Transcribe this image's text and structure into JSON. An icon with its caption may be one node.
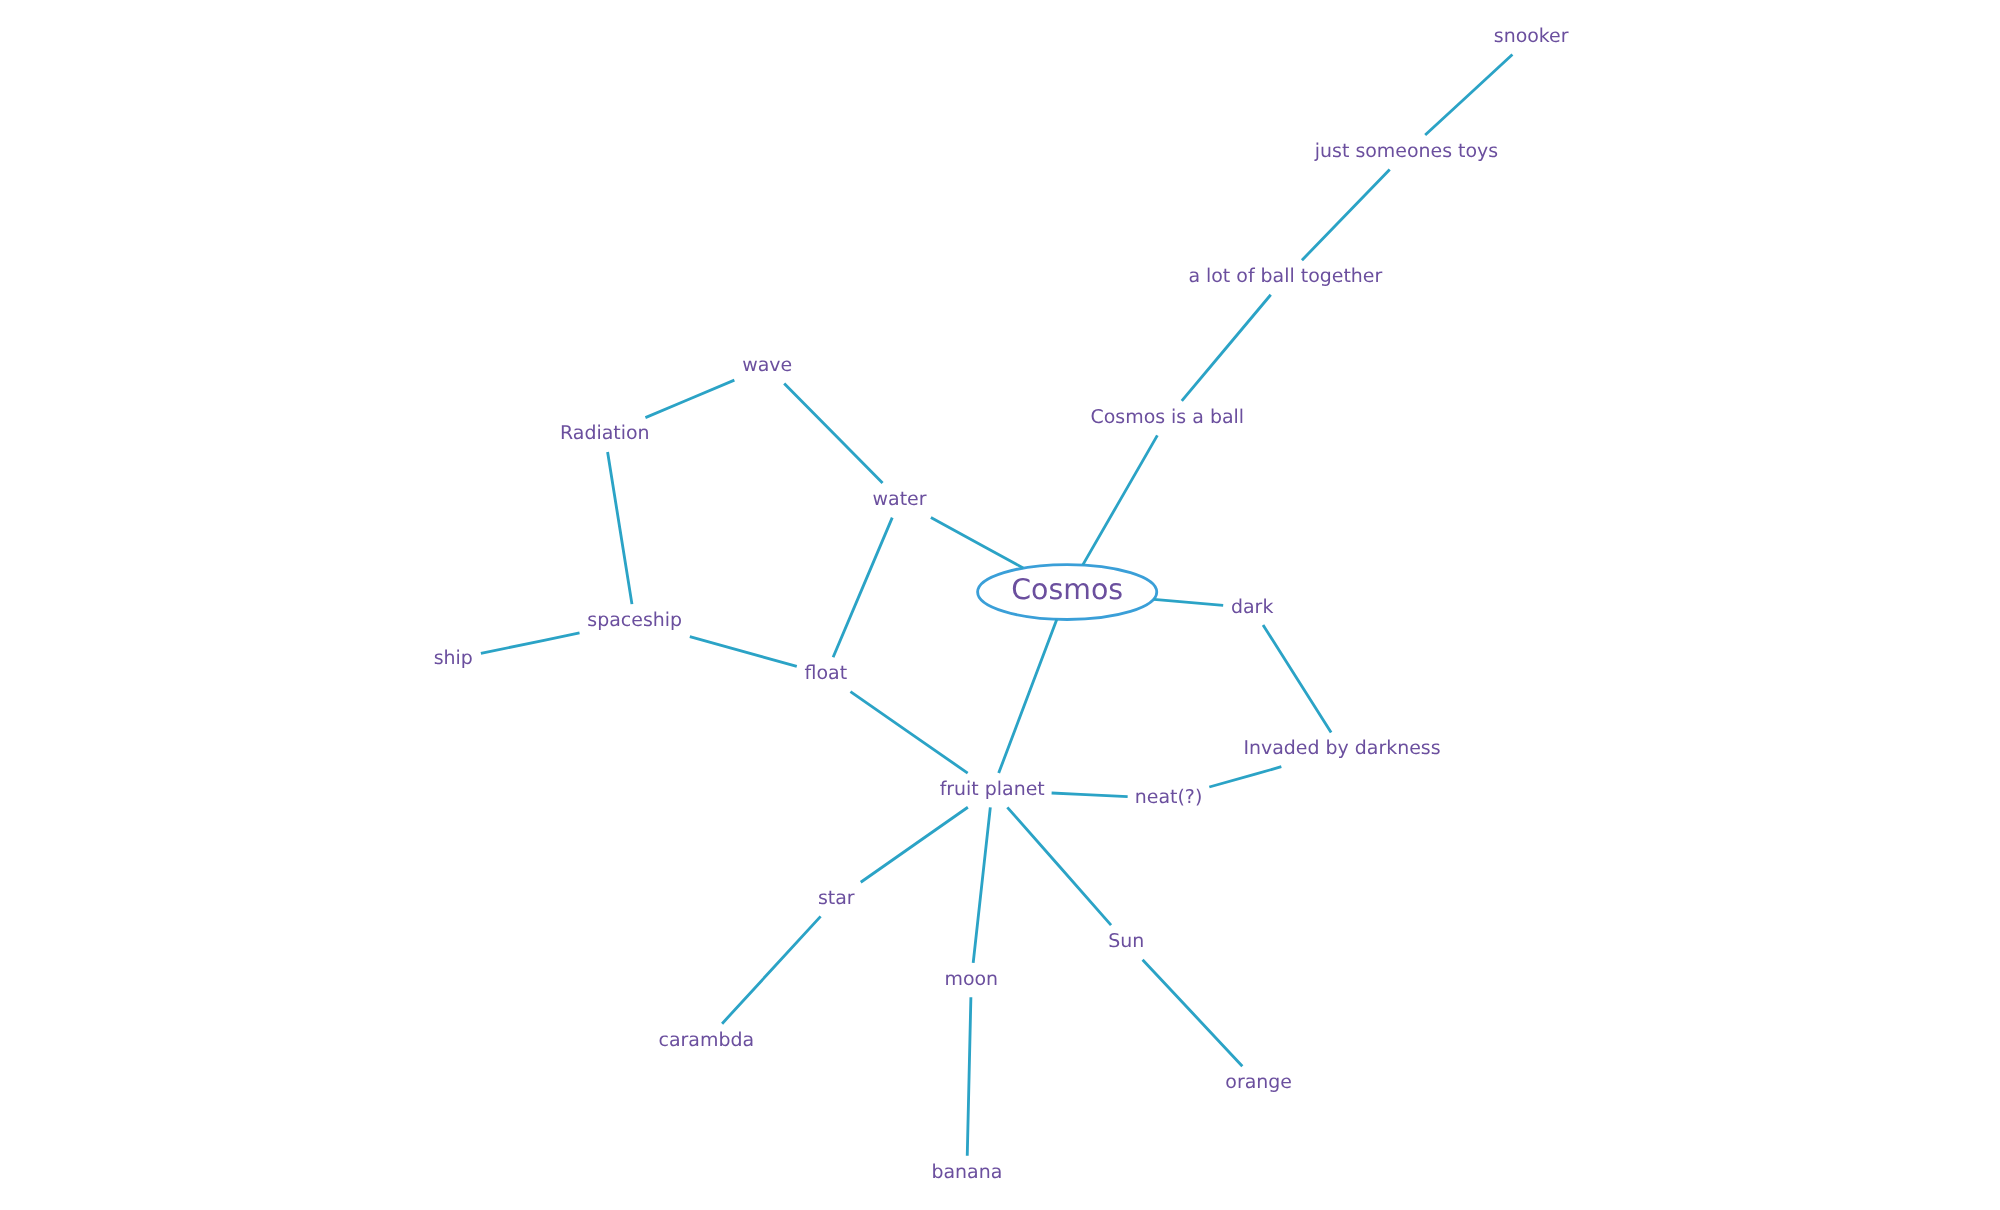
{
  "diagram": {
    "nodes": [
      {
        "text": [
          "neat(?)"
        ]
      },
      {
        "text": [
          "orange"
        ]
      },
      {
        "text": [
          "Invaded by darkness"
        ]
      },
      {
        "text": [
          "Sun"
        ]
      },
      {
        "text": [
          "dark"
        ]
      },
      {
        "text": [
          "fruit planet"
        ]
      },
      {
        "text": [
          "star"
        ]
      },
      {
        "text": [
          "carambda"
        ]
      },
      {
        "text": [
          "moon"
        ]
      },
      {
        "text": [
          "banana"
        ]
      },
      {
        "text": [
          "Cosmos"
        ]
      },
      {
        "text": [
          "water"
        ]
      },
      {
        "text": [
          "float"
        ]
      },
      {
        "text": [
          "wave"
        ]
      },
      {
        "text": [
          "Cosmos is a ball"
        ]
      },
      {
        "text": [
          "spaceship"
        ]
      },
      {
        "text": [
          "a lot of ball together"
        ]
      },
      {
        "text": [
          "Radiation"
        ]
      },
      {
        "text": [
          "ship"
        ]
      },
      {
        "text": [
          "just someones toys"
        ]
      },
      {
        "text": [
          "snooker"
        ]
      }
    ],
    "edges": [
      {
        "from": 10,
        "to": 4,
        "arrow": "none"
      },
      {
        "from": 4,
        "to": 2,
        "arrow": "none"
      },
      {
        "from": 2,
        "to": 0,
        "arrow": "none"
      },
      {
        "from": 0,
        "to": 5,
        "arrow": "none"
      },
      {
        "from": 10,
        "to": 5,
        "arrow": "none"
      },
      {
        "from": 5,
        "to": 3,
        "arrow": "none"
      },
      {
        "from": 5,
        "to": 6,
        "arrow": "none"
      },
      {
        "from": 5,
        "to": 8,
        "arrow": "none"
      },
      {
        "from": 3,
        "to": 1,
        "arrow": "none"
      },
      {
        "from": 6,
        "to": 7,
        "arrow": "none"
      },
      {
        "from": 8,
        "to": 9,
        "arrow": "none"
      },
      {
        "from": 5,
        "to": 12,
        "arrow": "none"
      },
      {
        "from": 10,
        "to": 11,
        "arrow": "none"
      },
      {
        "from": 11,
        "to": 12,
        "arrow": "none"
      },
      {
        "from": 11,
        "to": 13,
        "arrow": "none"
      },
      {
        "from": 13,
        "to": 17,
        "arrow": "none"
      },
      {
        "from": 17,
        "to": 15,
        "arrow": "none"
      },
      {
        "from": 12,
        "to": 15,
        "arrow": "none"
      },
      {
        "from": 15,
        "to": 18,
        "arrow": "none"
      },
      {
        "from": 10,
        "to": 14,
        "arrow": "none"
      },
      {
        "from": 14,
        "to": 16,
        "arrow": "none"
      },
      {
        "from": 16,
        "to": 19,
        "arrow": "none"
      },
      {
        "from": 19,
        "to": 20,
        "arrow": "none"
      }
    ]
  }
}
